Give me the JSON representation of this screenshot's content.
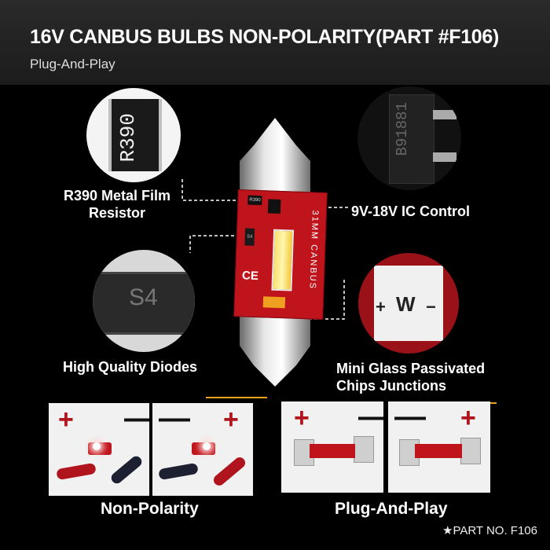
{
  "header": {
    "title": "16V CANBUS BULBS NON-POLARITY(PART #F106)",
    "subtitle": "Plug-And-Play"
  },
  "features": {
    "resistor_label": "R390 Metal Film Resistor",
    "resistor_label_line1": "R390 Metal Film",
    "resistor_label_line2": "Resistor",
    "resistor_chip_text": "R390",
    "ic_label": "9V-18V IC Control",
    "ic_chip_text": "B91881",
    "diode_label": "High Quality Diodes",
    "diode_chip_text": "S4",
    "chip_label_line1": "Mini Glass Passivated",
    "chip_label_line2": "Chips Junctions",
    "chip_text": "W"
  },
  "bulb": {
    "pcb_text": "31MM CANBUS",
    "ce_mark": "CE",
    "resistor_code": "R390",
    "diode_code": "S4"
  },
  "bottom": {
    "left_caption": "Non-Polarity",
    "right_caption": "Plug-And-Play",
    "part_no": "★PART NO. F106",
    "plus_sign": "+",
    "minus_sign": "—"
  },
  "colors": {
    "pcb_red": "#c0141c",
    "accent_orange": "#f0a020",
    "plus_red": "#b0141c"
  }
}
